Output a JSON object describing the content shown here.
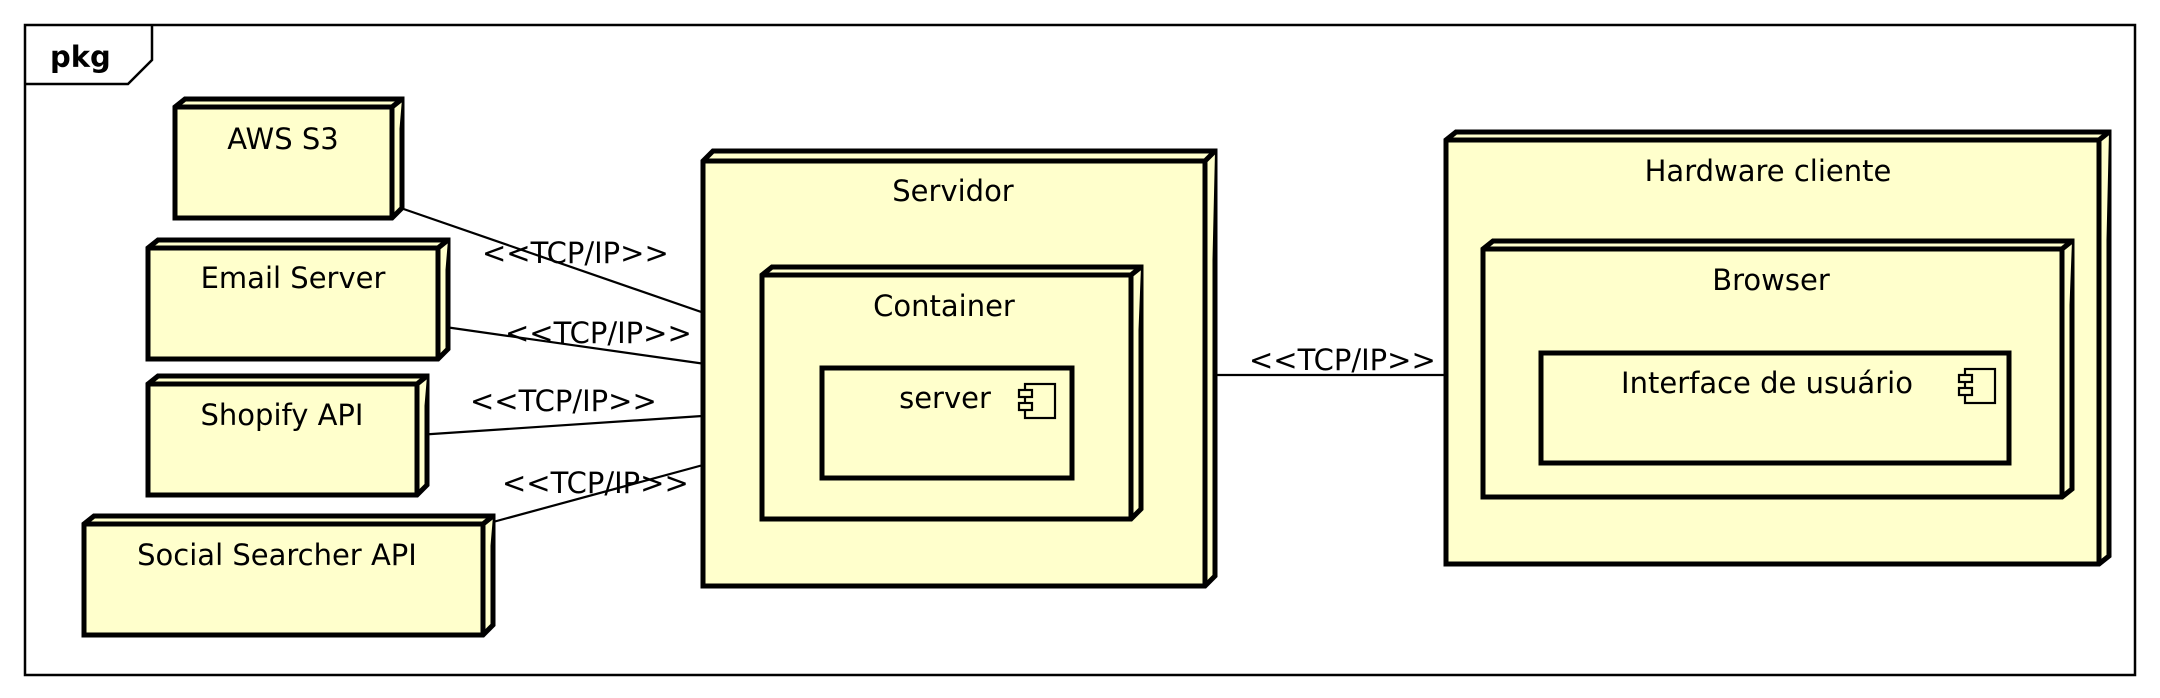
{
  "frame": {
    "label": "pkg"
  },
  "nodes": {
    "aws_s3": {
      "label": "AWS S3"
    },
    "email_server": {
      "label": "Email Server"
    },
    "shopify_api": {
      "label": "Shopify API"
    },
    "social_searcher_api": {
      "label": "Social Searcher API"
    },
    "servidor": {
      "label": "Servidor"
    },
    "container": {
      "label": "Container"
    },
    "hardware_cliente": {
      "label": "Hardware cliente"
    },
    "browser": {
      "label": "Browser"
    }
  },
  "components": {
    "server": {
      "label": "server"
    },
    "interface_usuario": {
      "label": "Interface de usuário"
    }
  },
  "edges": {
    "aws_container": {
      "label": "<<TCP/IP>>"
    },
    "email_container": {
      "label": "<<TCP/IP>>"
    },
    "shopify_container": {
      "label": "<<TCP/IP>>"
    },
    "social_container": {
      "label": "<<TCP/IP>>"
    },
    "servidor_browser": {
      "label": "<<TCP/IP>>"
    }
  },
  "colors": {
    "node_fill": "#ffffcc",
    "stroke": "#000000",
    "background": "#ffffff"
  }
}
